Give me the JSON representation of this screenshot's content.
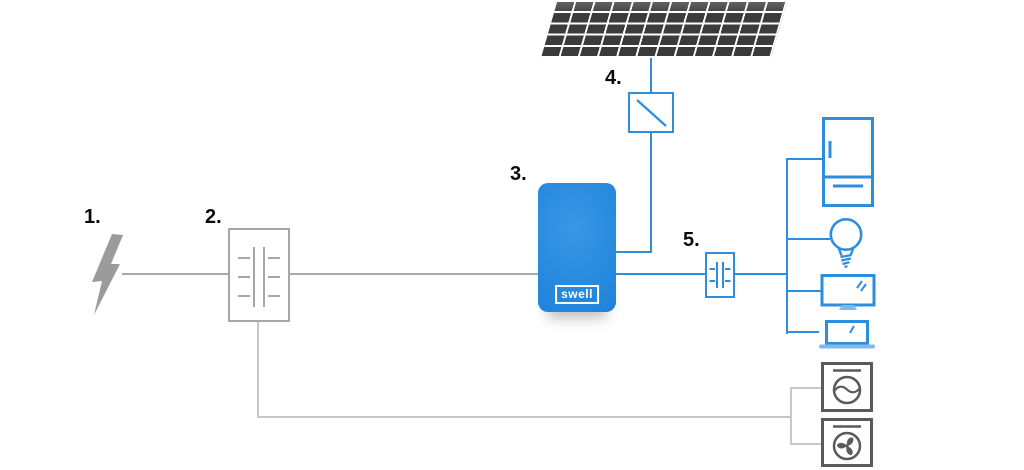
{
  "labels": {
    "grid": "1.",
    "meter": "2.",
    "battery": "3.",
    "inverter": "4.",
    "sub_meter": "5."
  },
  "battery": {
    "brand": "swell"
  },
  "icons": {
    "grid-power-icon": "lightning-bolt",
    "utility-meter-icon": "meter-bars",
    "swell-battery": "battery-cabinet",
    "solar-panel-icon": "pv-module-grid-12x5",
    "solar-inverter-icon": "box-with-diagonal-line",
    "sub-meter-icon": "meter-bars-small",
    "refrigerator-icon": "fridge-outline",
    "lightbulb-icon": "bulb-outline",
    "tv-icon": "monitor-outline",
    "laptop-icon": "laptop-outline",
    "washing-machine-icon": "washer-drum-wave",
    "fan-icon": "fan-blades-circle"
  },
  "colors": {
    "accent_blue": "#2f8dde",
    "battery_blue_light": "#3a97e6",
    "battery_blue_dark": "#1e80d4",
    "solar_dark": "#3b3b3b",
    "line_gray": "#a9a9a9",
    "line_gray_light": "#c7c7c7",
    "meter_gray": "#a6a6a6",
    "bolt_gray": "#9b9b9b",
    "appliance_dark_gray": "#5a5a5a",
    "label_black": "#0a0a0a",
    "laptop_base": "#7fb9ea"
  }
}
